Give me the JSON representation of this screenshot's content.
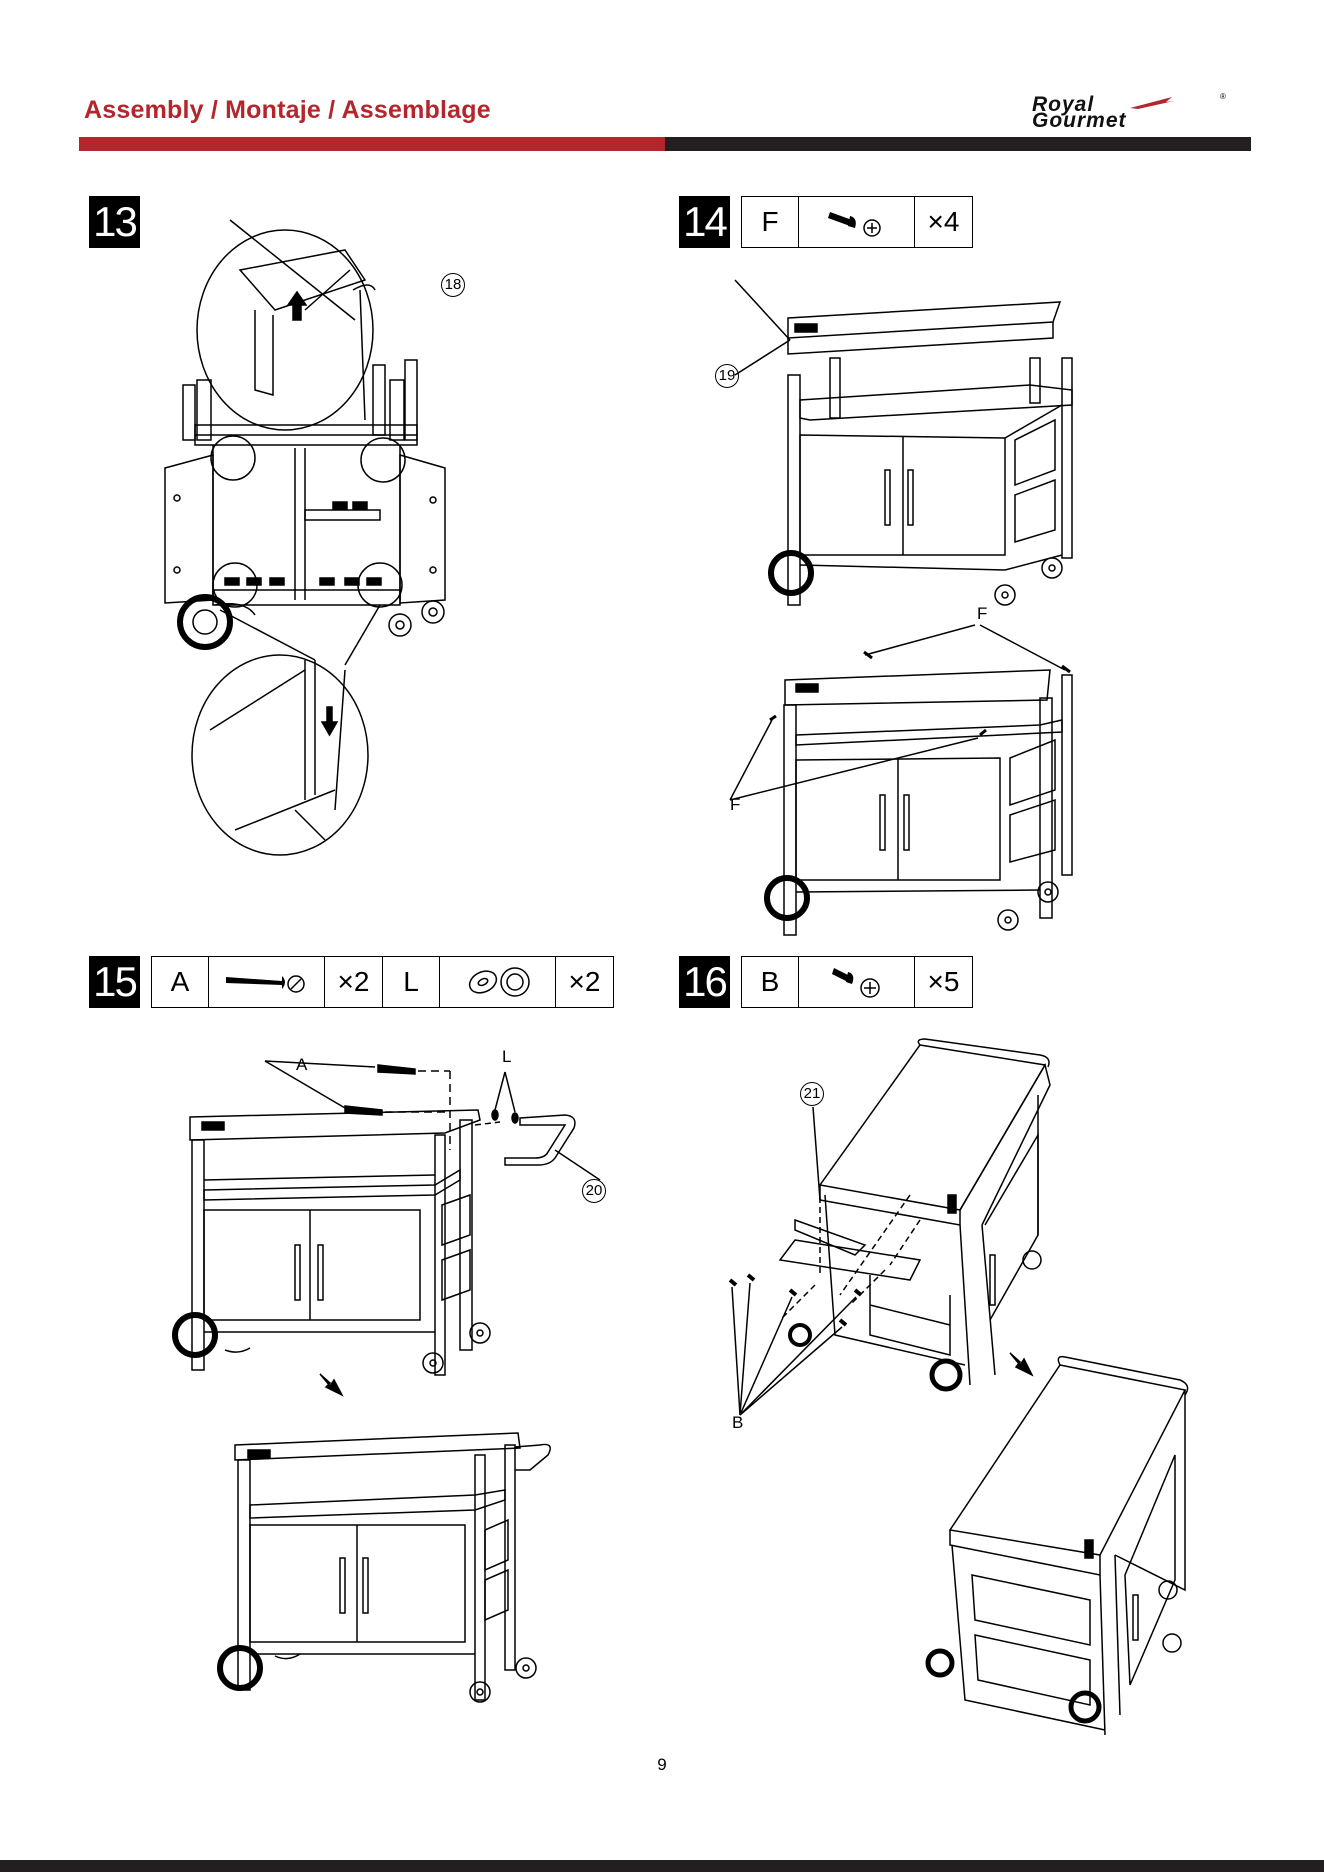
{
  "header": {
    "title": "Assembly / Montaje / Assemblage",
    "logo_line1": "Royal",
    "logo_line2": "Gourmet",
    "logo_reg": "®",
    "accent_color": "#b3262c",
    "dark_color": "#231f20"
  },
  "steps": [
    {
      "number": "13",
      "callouts": [
        "18"
      ]
    },
    {
      "number": "14",
      "parts": [
        {
          "letter": "F",
          "icon": "screw-icon",
          "qty": "×4"
        }
      ],
      "callouts": [
        "19",
        "F",
        "F"
      ]
    },
    {
      "number": "15",
      "parts": [
        {
          "letter": "A",
          "icon": "long-bolt-icon",
          "qty": "×2"
        },
        {
          "letter": "L",
          "icon": "washer-icon",
          "qty": "×2"
        }
      ],
      "callouts": [
        "A",
        "L",
        "20"
      ]
    },
    {
      "number": "16",
      "parts": [
        {
          "letter": "B",
          "icon": "screw-icon",
          "qty": "×5"
        }
      ],
      "callouts": [
        "21",
        "B"
      ]
    }
  ],
  "page_number": "9"
}
